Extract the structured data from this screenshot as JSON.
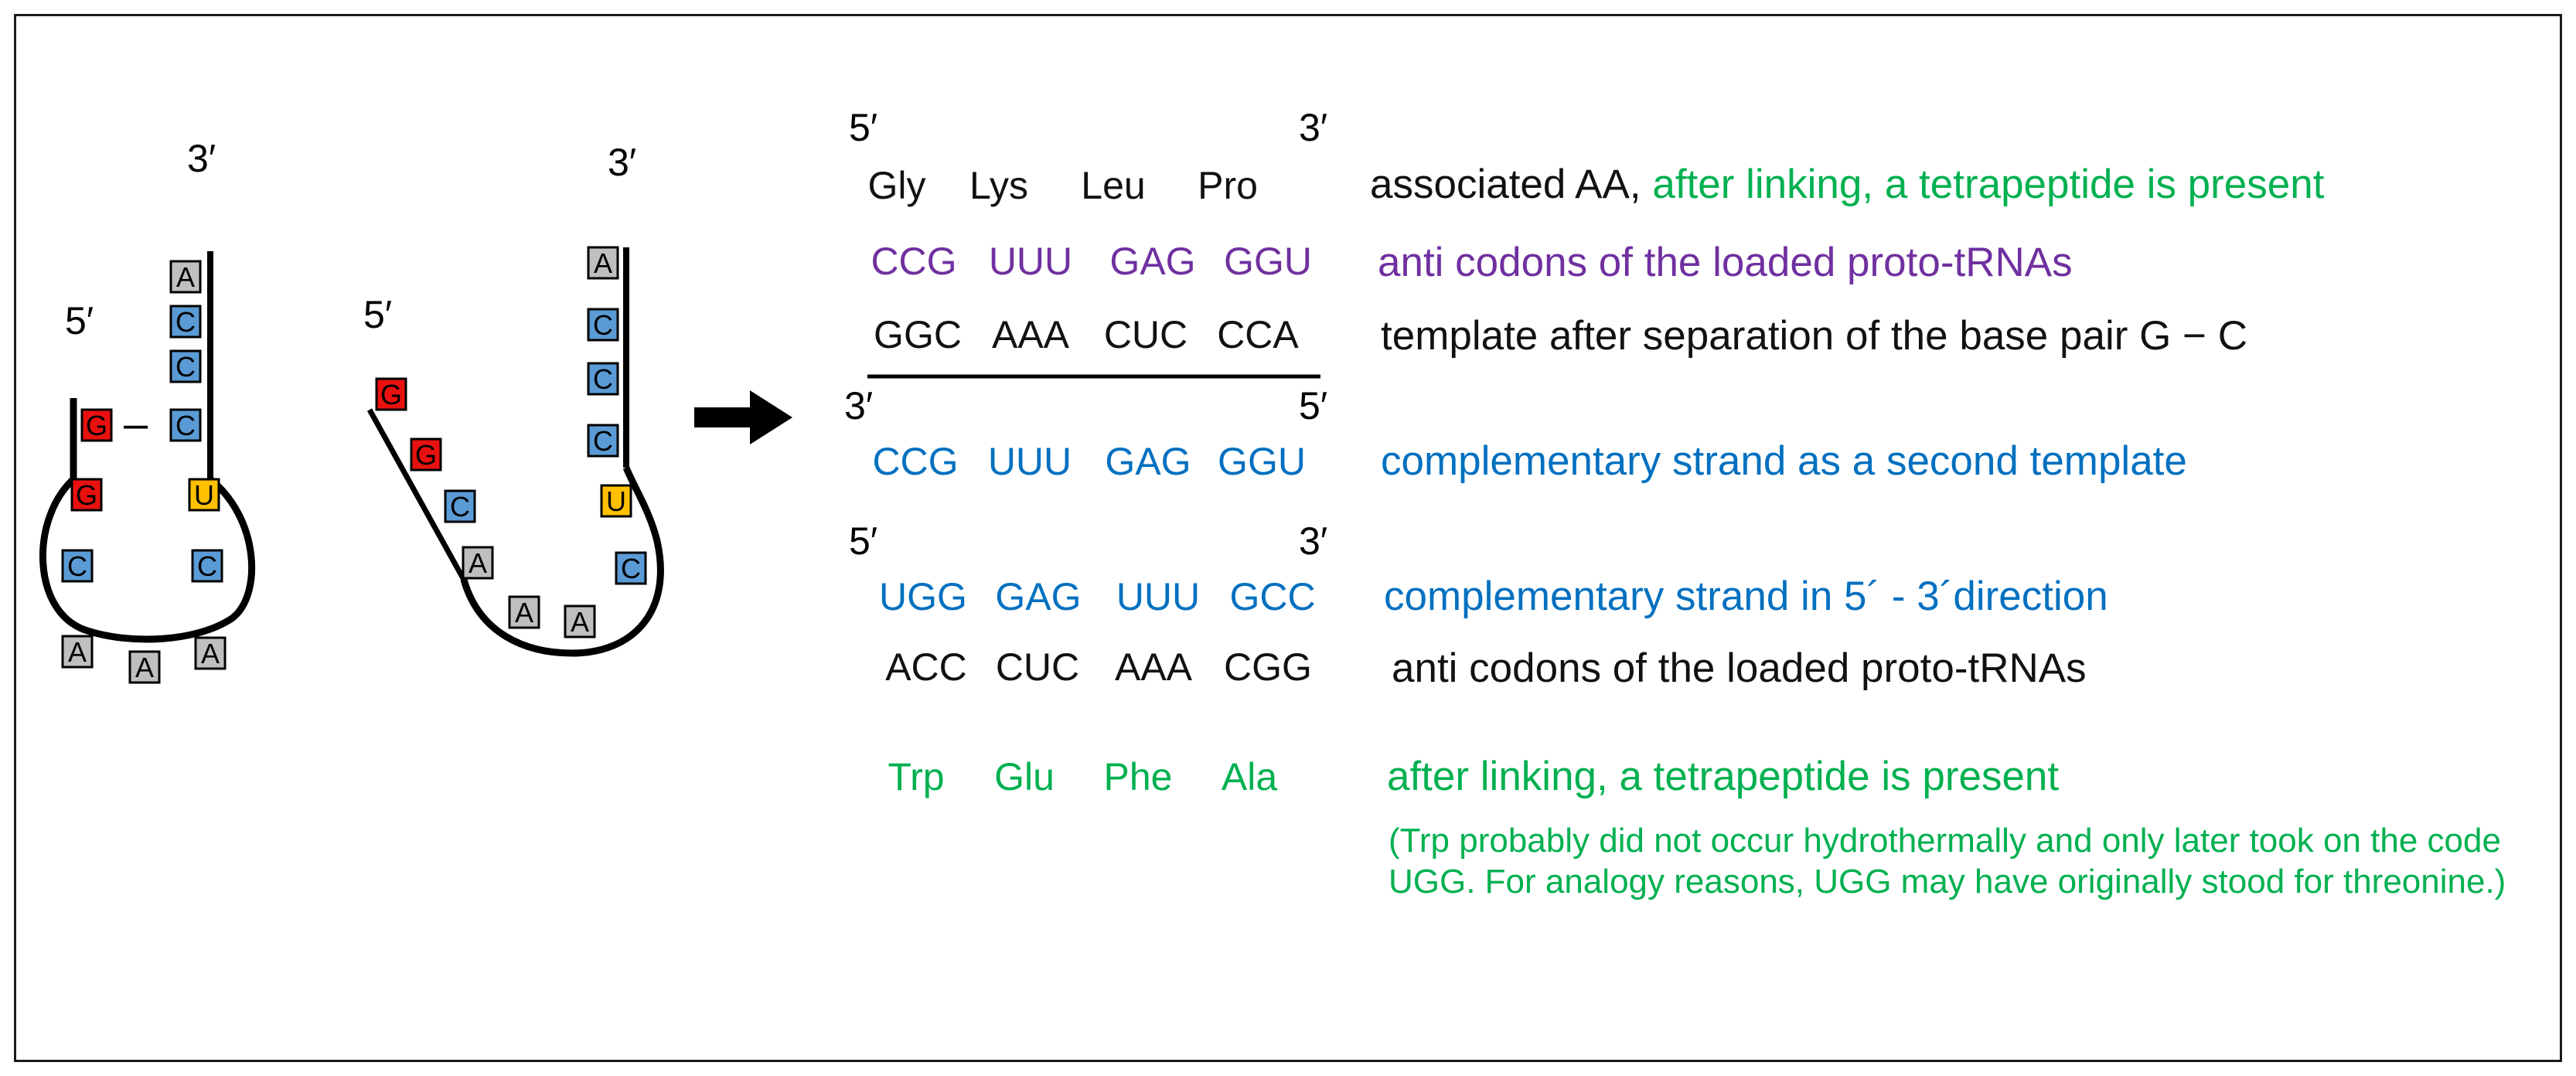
{
  "colors": {
    "purple": "#7030a0",
    "blue": "#0070c0",
    "green": "#00b050",
    "base_A": "#bfbfbf",
    "base_C": "#5b9bd5",
    "base_G": "#e8110f",
    "base_U": "#ffc000"
  },
  "hairpins": {
    "left": {
      "label_5": "5′",
      "label_3": "3′",
      "pair_dash": "–",
      "bases": {
        "stem_right": [
          "A",
          "C",
          "C",
          "C"
        ],
        "stem_left": [
          "G"
        ],
        "loop_left": [
          "G",
          "C"
        ],
        "loop_right": [
          "U",
          "C"
        ],
        "loop_bottom": [
          "A",
          "A",
          "A"
        ]
      }
    },
    "right": {
      "label_5": "5′",
      "label_3": "3′",
      "bases": {
        "stem_right": [
          "A",
          "C",
          "C",
          "C",
          "U",
          "C"
        ],
        "stem_left": [
          "G",
          "G",
          "C",
          "A"
        ],
        "loop_bottom": [
          "A",
          "A"
        ]
      }
    }
  },
  "arrow_icon": "arrow-right",
  "rows": {
    "top_primes": {
      "five": "5′",
      "three": "3′"
    },
    "amino_acids": [
      "Gly",
      "Lys",
      "Leu",
      "Pro"
    ],
    "amino_desc_black": "associated AA, ",
    "amino_desc_green": "after linking, a tetrapeptide is present",
    "anticodons_1": [
      "CCG",
      "UUU",
      "GAG",
      "GGU"
    ],
    "anticodons_1_desc": "anti codons of the loaded proto-tRNAs",
    "template": [
      "GGC",
      "AAA",
      "CUC",
      "CCA"
    ],
    "template_desc": "template after separation of the base pair G − C",
    "mid_primes": {
      "three": "3′",
      "five": "5′"
    },
    "complement": [
      "CCG",
      "UUU",
      "GAG",
      "GGU"
    ],
    "complement_desc": "complementary strand as a second template",
    "low_primes": {
      "five": "5′",
      "three": "3′"
    },
    "complement_53": [
      "UGG",
      "GAG",
      "UUU",
      "GCC"
    ],
    "complement_53_desc": "complementary strand in 5´ - 3´direction",
    "anticodons_2": [
      "ACC",
      "CUC",
      "AAA",
      "CGG"
    ],
    "anticodons_2_desc": "anti codons of the loaded proto-tRNAs",
    "amino_acids_2": [
      "Trp",
      "Glu",
      "Phe",
      "Ala"
    ],
    "amino_acids_2_desc": "after linking, a tetrapeptide is present",
    "note": "(Trp probably did not occur hydrothermally and only later took on the code UGG. For analogy reasons, UGG may have originally stood for threonine.)"
  }
}
